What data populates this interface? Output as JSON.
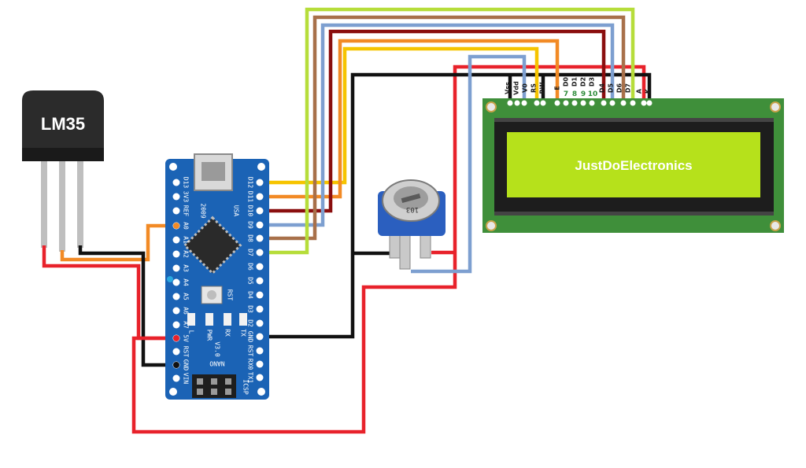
{
  "sensor": {
    "label": "LM35"
  },
  "lcd": {
    "display_text": "JustDoElectronics",
    "pin_labels": [
      "Vss",
      "Vdd",
      "V0",
      "RS",
      "RW",
      "E",
      "D0",
      "D1",
      "D2",
      "D3",
      "D4",
      "D5",
      "D6",
      "D7",
      "A",
      "K"
    ],
    "pin_numbers": [
      "7",
      "8",
      "9",
      "10"
    ],
    "colors": {
      "pcb": "#3f8f3a",
      "screen": "#b6e11b",
      "bezel": "#1d1d1d"
    }
  },
  "arduino": {
    "left_pins": [
      "D13",
      "3V3",
      "REF",
      "A0",
      "A1",
      "A2",
      "A3",
      "A4",
      "A5",
      "A6",
      "A7",
      "5V",
      "RST",
      "GND",
      "VIN"
    ],
    "right_pins": [
      "D12",
      "D11",
      "D10",
      "D9",
      "D8",
      "D7",
      "D6",
      "D5",
      "D4",
      "D3",
      "D2",
      "GND",
      "RST",
      "RX0",
      "TX1"
    ],
    "year_label": "2009",
    "usb_label": "USA",
    "rst_label": "RST",
    "led_labels": [
      "L",
      "PWR",
      "RX",
      "TX"
    ],
    "version_label": "V3.0",
    "name_label": "NANO",
    "icsp_label": "ICSP",
    "colors": {
      "board": "#1b63b5"
    }
  },
  "potentiometer": {
    "marking": "103"
  },
  "wire_colors": {
    "red": "#e8222b",
    "black": "#111111",
    "orange": "#f28a25",
    "yellow": "#f6c400",
    "lightgreen": "#b6dd3a",
    "brown": "#a8704a",
    "darkred": "#8a0e0e",
    "blue": "#7d9fd0"
  }
}
